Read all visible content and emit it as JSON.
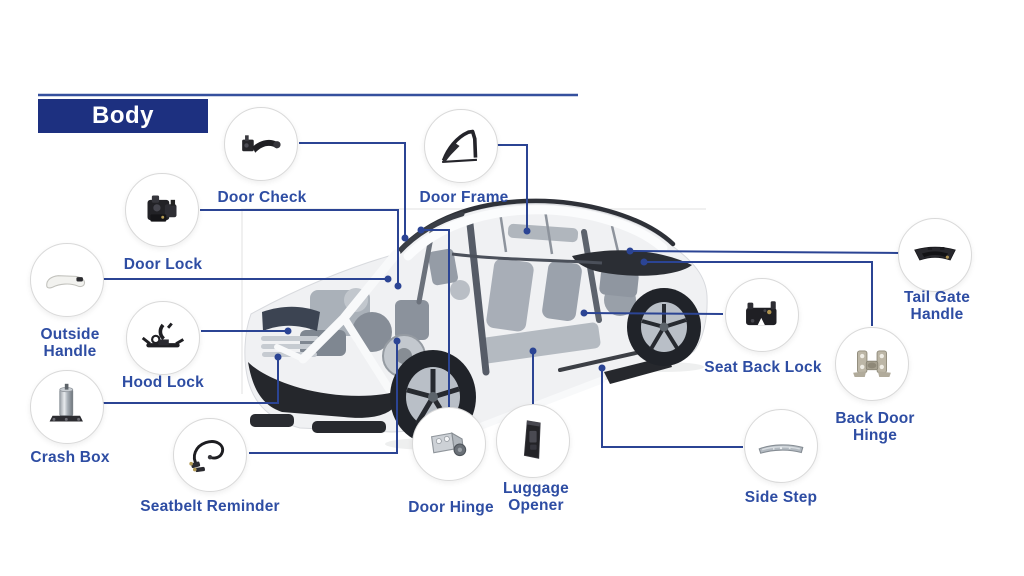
{
  "title": {
    "label": "Body"
  },
  "colors": {
    "banner_bg": "#1d3080",
    "banner_text": "#ffffff",
    "accent_line": "#35509e",
    "connector": "#2b4494",
    "label_text": "#2e4da3"
  },
  "parts": [
    {
      "id": "door-check",
      "icon": "door-check-icon",
      "label": "Door Check"
    },
    {
      "id": "door-frame",
      "icon": "door-frame-icon",
      "label": "Door Frame"
    },
    {
      "id": "door-lock",
      "icon": "door-lock-icon",
      "label": "Door Lock"
    },
    {
      "id": "outside-handle",
      "icon": "outside-handle-icon",
      "label": "Outside\nHandle"
    },
    {
      "id": "hood-lock",
      "icon": "hood-lock-icon",
      "label": "Hood Lock"
    },
    {
      "id": "crash-box",
      "icon": "crash-box-icon",
      "label": "Crash Box"
    },
    {
      "id": "seatbelt-reminder",
      "icon": "seatbelt-reminder-icon",
      "label": "Seatbelt Reminder"
    },
    {
      "id": "door-hinge",
      "icon": "door-hinge-icon",
      "label": "Door Hinge"
    },
    {
      "id": "luggage-opener",
      "icon": "luggage-opener-icon",
      "label": "Luggage\nOpener"
    },
    {
      "id": "seat-back-lock",
      "icon": "seat-back-lock-icon",
      "label": "Seat Back Lock"
    },
    {
      "id": "side-step",
      "icon": "side-step-icon",
      "label": "Side Step"
    },
    {
      "id": "tail-gate-handle",
      "icon": "tail-gate-handle-icon",
      "label": "Tail Gate\nHandle"
    },
    {
      "id": "back-door-hinge",
      "icon": "back-door-hinge-icon",
      "label": "Back Door\nHinge"
    }
  ]
}
